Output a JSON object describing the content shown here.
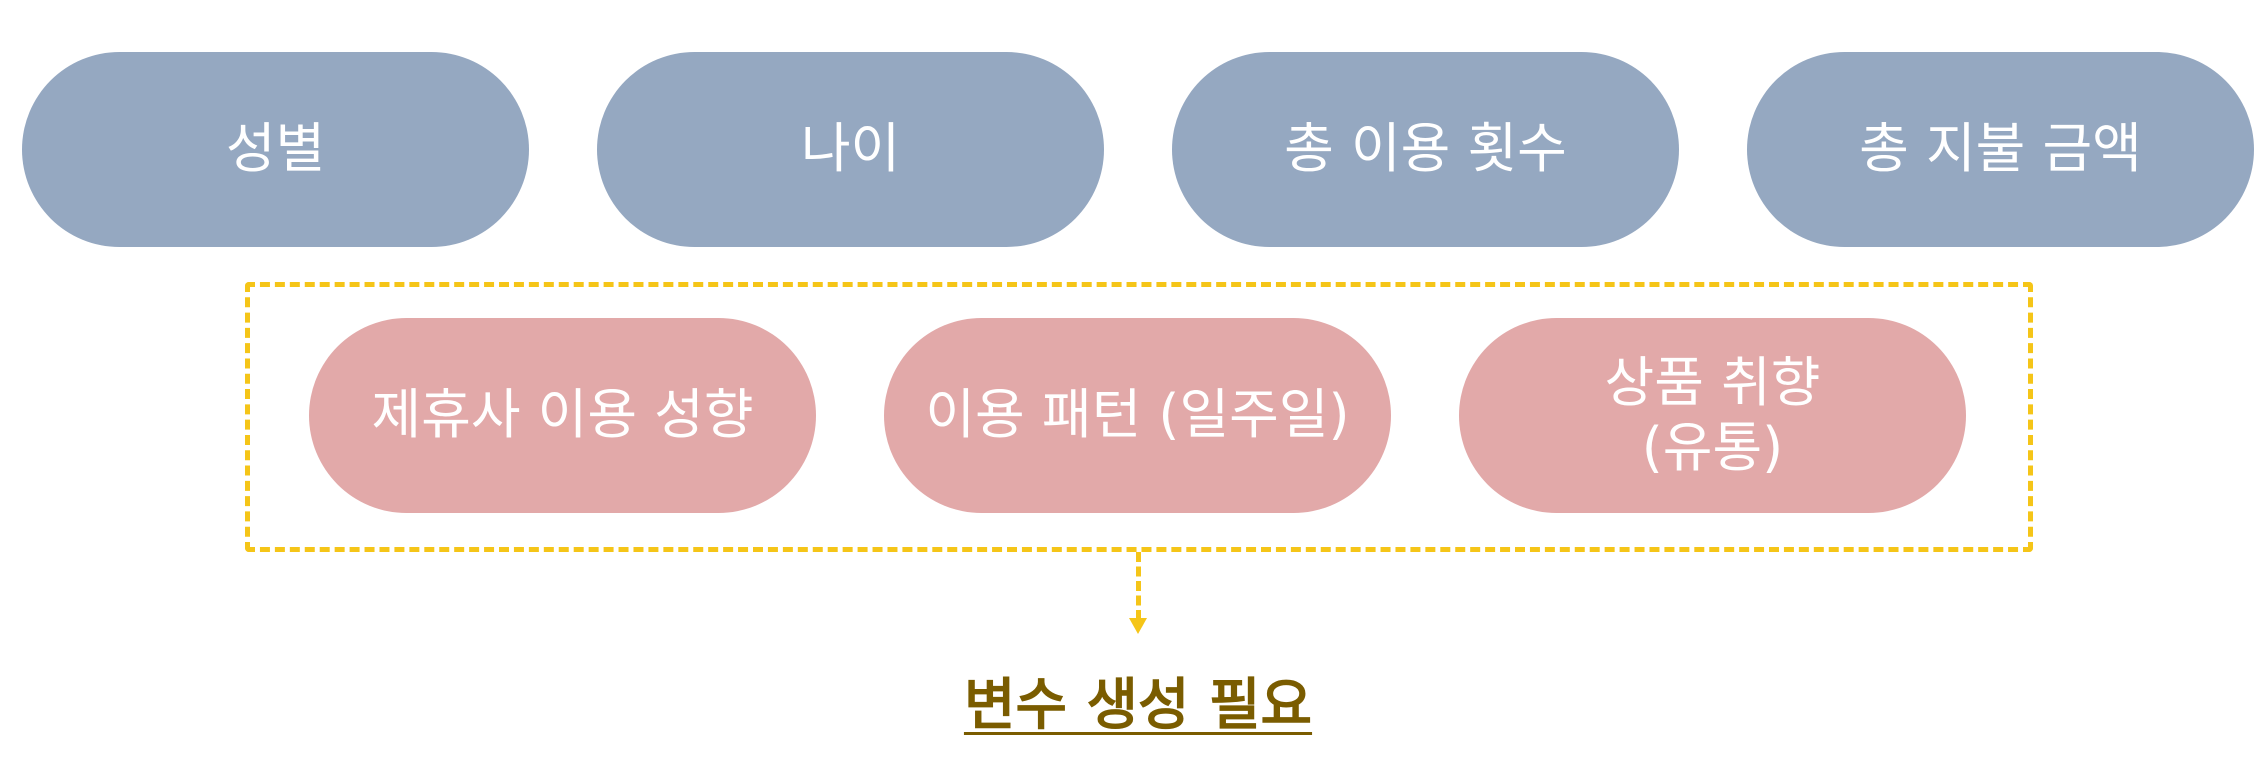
{
  "colors": {
    "base_pill": "#95a8c1",
    "derived_pill": "#e2a9a9",
    "group_border": "#f5c518",
    "conclusion_text": "#7a5c00"
  },
  "base_variables": [
    {
      "label": "성별"
    },
    {
      "label": "나이"
    },
    {
      "label": "총 이용 횟수"
    },
    {
      "label": "총 지불 금액"
    }
  ],
  "derived_variables": [
    {
      "label": "제휴사 이용 성향"
    },
    {
      "label": "이용 패턴 (일주일)"
    },
    {
      "label": "상품 취향\n(유통)"
    }
  ],
  "conclusion": {
    "label": "변수 생성 필요"
  }
}
